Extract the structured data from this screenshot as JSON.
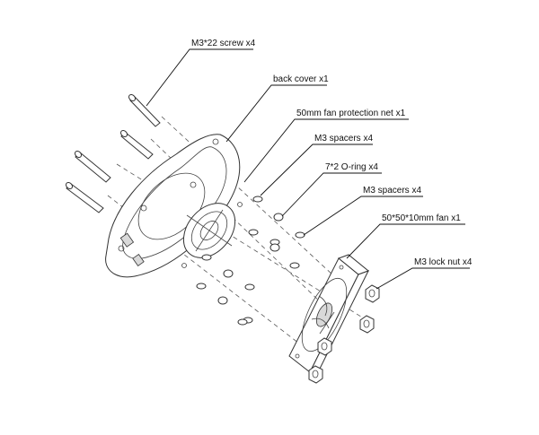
{
  "labels": {
    "screw": "M3*22 screw x4",
    "back_cover": "back cover x1",
    "protection_net": "50mm fan protection net x1",
    "spacers_a": "M3 spacers x4",
    "o_ring": "7*2 O-ring x4",
    "spacers_b": "M3 spacers x4",
    "fan": "50*50*10mm fan x1",
    "lock_nut": "M3 lock nut x4"
  },
  "colors": {
    "line": "#333333",
    "background": "#ffffff"
  }
}
